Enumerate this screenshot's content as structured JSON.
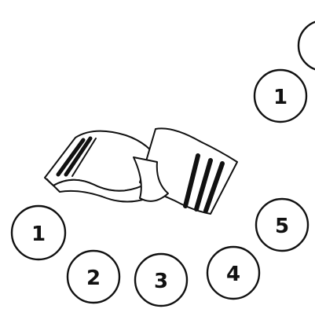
{
  "circles": {
    "top_right": "1",
    "left_1": "1",
    "left_2": "2",
    "left_3": "3",
    "left_4": "4",
    "left_5": "5"
  },
  "colors": {
    "ink": "#111111",
    "background": "#ffffff"
  },
  "illustration": {
    "object": "folded-scarf-with-stripes"
  }
}
